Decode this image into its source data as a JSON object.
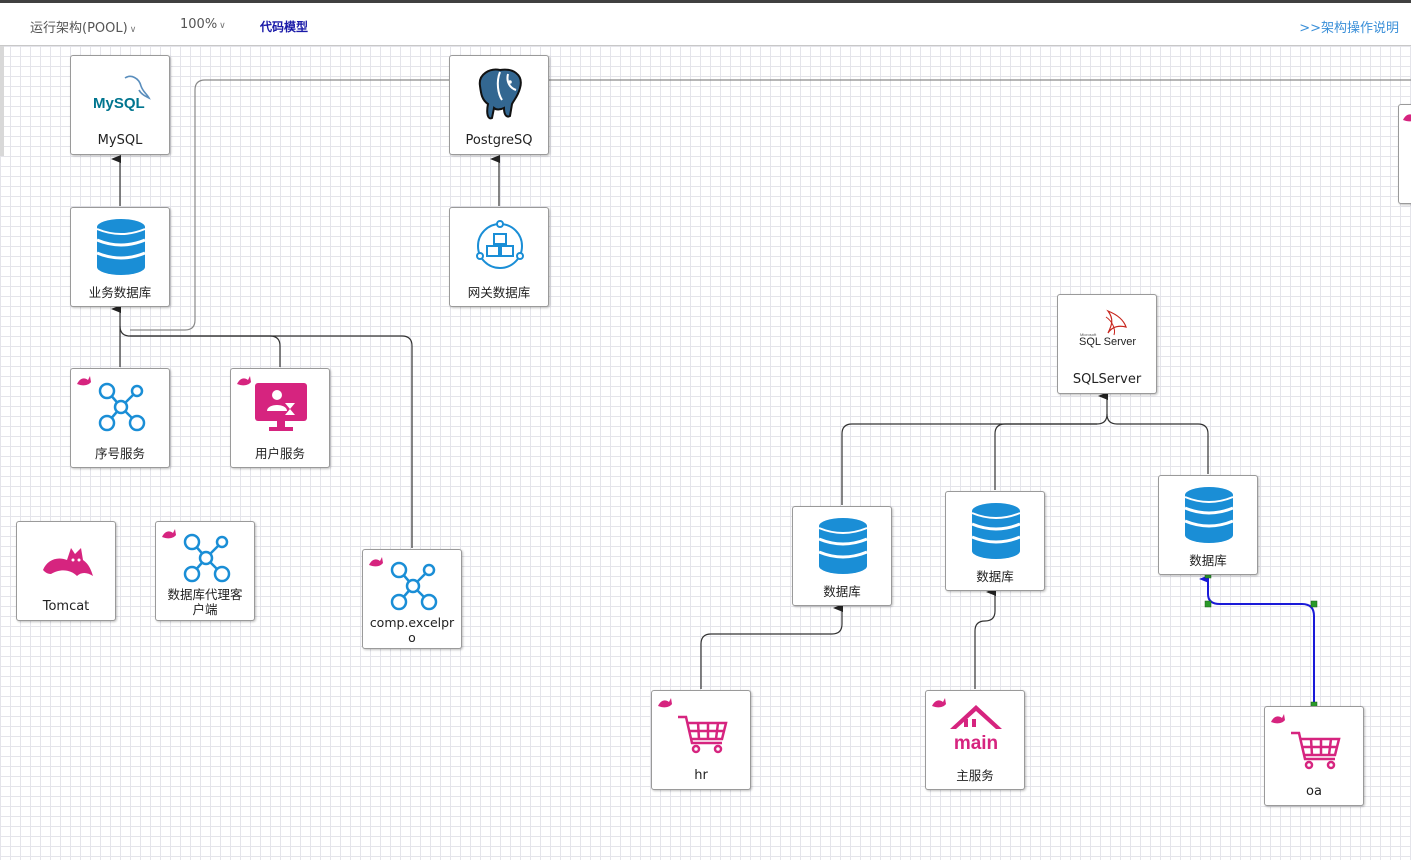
{
  "toolbar": {
    "arch_mode": "运行架构(POOL)",
    "zoom": "100%",
    "code_model": "代码模型",
    "help_link": ">>架构操作说明"
  },
  "nodes": {
    "mysql": {
      "label": "MySQL",
      "logo": "MySQL"
    },
    "postgres": {
      "label": "PostgreSQ"
    },
    "biz_db": {
      "label": "业务数据库"
    },
    "gateway_db": {
      "label": "网关数据库"
    },
    "sqlserver": {
      "label": "SQLServer",
      "logo_small": "Microsoft",
      "logo": "SQL Server"
    },
    "seq_service": {
      "label": "序号服务"
    },
    "user_service": {
      "label": "用户服务"
    },
    "tomcat": {
      "label": "Tomcat"
    },
    "db_proxy_client": {
      "label": "数据库代理客户端"
    },
    "comp_excelpro": {
      "label": "comp.excelpro"
    },
    "db1": {
      "label": "数据库"
    },
    "db2": {
      "label": "数据库"
    },
    "db3": {
      "label": "数据库"
    },
    "hr": {
      "label": "hr"
    },
    "main_service": {
      "label": "主服务",
      "logo": "main"
    },
    "oa": {
      "label": "oa"
    }
  },
  "colors": {
    "db_blue": "#1a8ed6",
    "service_pink": "#d6247f",
    "selected_edge": "#1a1ad8",
    "edge": "#333333",
    "handle": "#2a9a2a"
  },
  "icons": {
    "database": "database-stack-icon",
    "service": "network-nodes-icon",
    "badge": "cat-badge-icon",
    "cart": "shopping-cart-icon"
  }
}
